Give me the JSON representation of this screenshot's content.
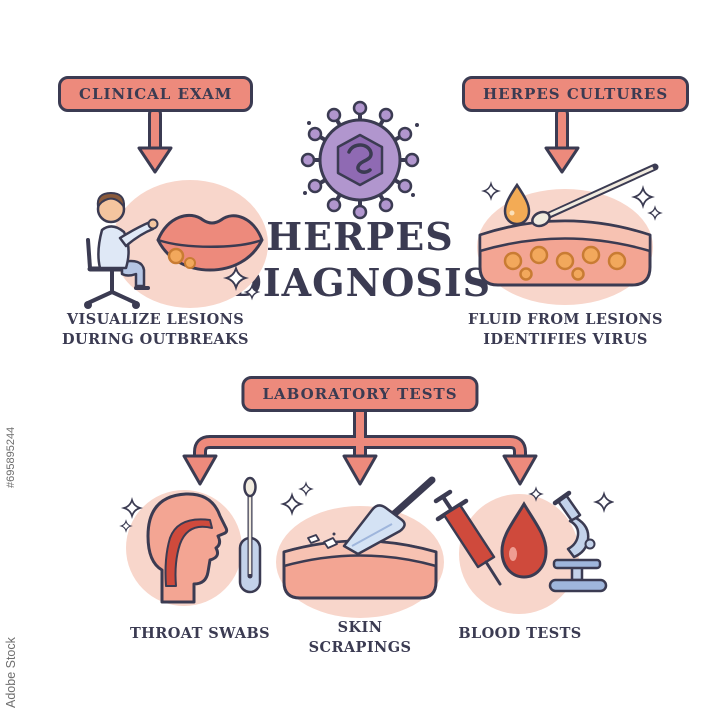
{
  "watermark": {
    "brand": "Adobe Stock",
    "id": "#695895244"
  },
  "header": {
    "title_line1": "HERPES",
    "title_line2": "DIAGNOSIS"
  },
  "sections": {
    "clinical_exam": {
      "label": "CLINICAL EXAM",
      "caption": "VISUALIZE LESIONS\nDURING OUTBREAKS"
    },
    "herpes_cultures": {
      "label": "HERPES CULTURES",
      "caption": "FLUID FROM LESIONS\nIDENTIFIES VIRUS"
    },
    "laboratory_tests": {
      "label": "LABORATORY TESTS",
      "items": [
        {
          "label": "THROAT SWABS"
        },
        {
          "label": "SKIN\nSCRAPINGS"
        },
        {
          "label": "BLOOD TESTS"
        }
      ]
    }
  },
  "icons": [
    "herpes-virus-icon",
    "doctor-examining-lips-illustration",
    "skin-culture-swab-illustration",
    "throat-swab-illustration",
    "skin-scraping-illustration",
    "blood-test-illustration",
    "sparkle-icon"
  ],
  "colors": {
    "accent_salmon": "#ed8a7c",
    "accent_salmon_light": "#f8d6cb",
    "outline_navy": "#3b3b52",
    "blister_orange": "#f2a85c",
    "virus_purple": "#b196ce",
    "blood_red": "#cf4a3c",
    "steel_blue": "#c3d2ea",
    "watermark_gray": "#6e6e6e"
  }
}
